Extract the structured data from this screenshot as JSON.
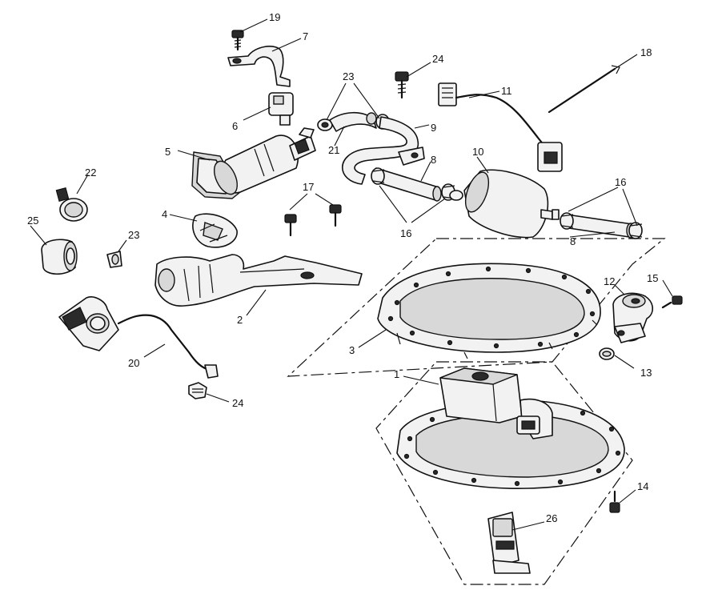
{
  "callouts": {
    "c1": "1",
    "c2": "2",
    "c3": "3",
    "c4": "4",
    "c5": "5",
    "c6": "6",
    "c7": "7",
    "c8a": "8",
    "c8b": "8",
    "c9": "9",
    "c10": "10",
    "c11": "11",
    "c12": "12",
    "c13": "13",
    "c14": "14",
    "c15": "15",
    "c16a": "16",
    "c16b": "16",
    "c17": "17",
    "c18": "18",
    "c19": "19",
    "c20": "20",
    "c21": "21",
    "c22": "22",
    "c23a": "23",
    "c23b": "23",
    "c24a": "24",
    "c24b": "24",
    "c25": "25",
    "c26": "26"
  }
}
